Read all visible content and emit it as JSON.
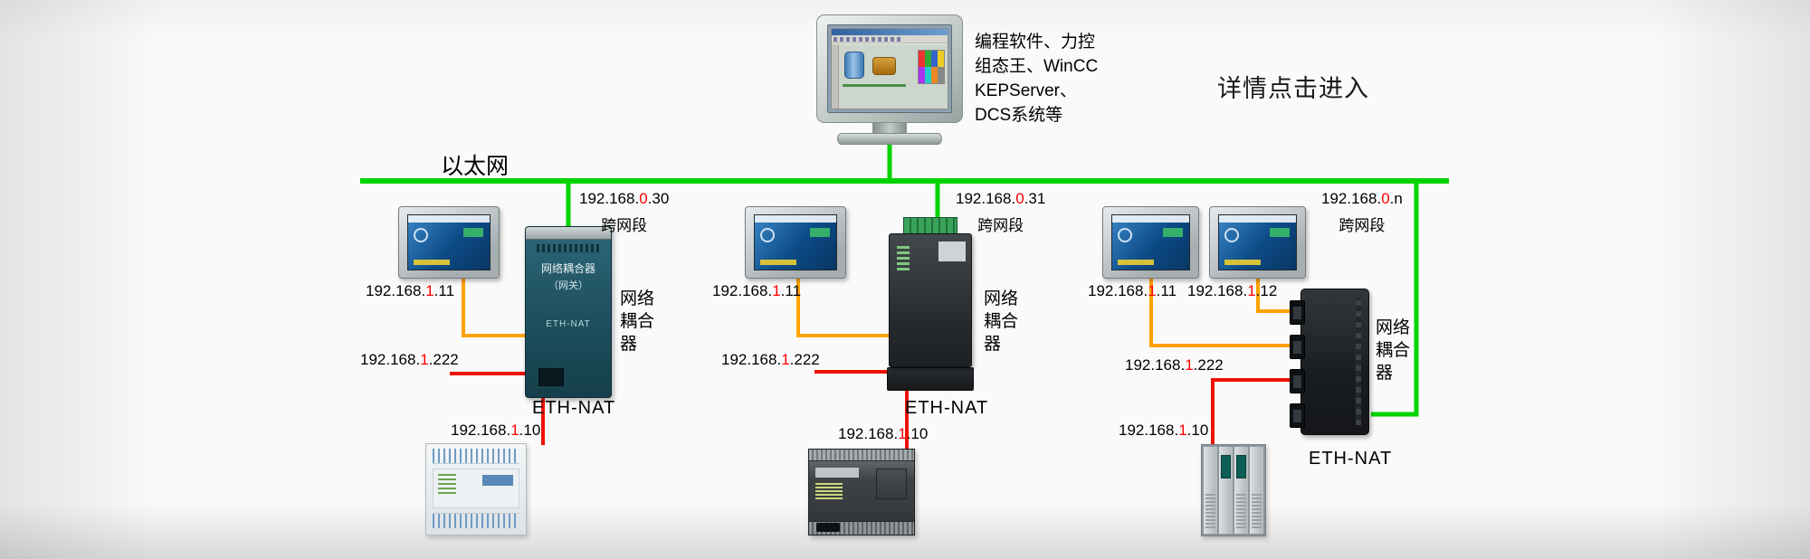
{
  "colors": {
    "ethernet_green": "#00d400",
    "hmi_wire_orange": "#ffa200",
    "plc_wire_red": "#ee1100",
    "ip_highlight_red": "#ff0000"
  },
  "header": {
    "ethernet_label": "以太网",
    "cta": "详情点击进入",
    "monitor_caption": [
      "编程软件、力控",
      "组态王、WinCC",
      "KEPServer、",
      "DCS系统等"
    ]
  },
  "shared": {
    "cross_segment": "跨网段",
    "nat_label": "ETH-NAT",
    "coupler_role_lines": [
      "网络",
      "耦合",
      "器"
    ]
  },
  "groups": [
    {
      "wan_ip": {
        "pre": "192.168.",
        "seg": "0",
        "suf": ".30"
      },
      "hmi_ip": {
        "pre": "192.168.",
        "seg": "1",
        "suf": ".11"
      },
      "lan_ip": {
        "pre": "192.168.",
        "seg": "1",
        "suf": ".222"
      },
      "plc_ip": {
        "pre": "192.168.",
        "seg": "1",
        "suf": ".10"
      },
      "device_text": {
        "line1": "网络耦合器",
        "line2": "（网关）",
        "nat": "ETH-NAT"
      }
    },
    {
      "wan_ip": {
        "pre": "192.168.",
        "seg": "0",
        "suf": ".31"
      },
      "hmi_ip": {
        "pre": "192.168.",
        "seg": "1",
        "suf": ".11"
      },
      "lan_ip": {
        "pre": "192.168.",
        "seg": "1",
        "suf": ".222"
      },
      "plc_ip": {
        "pre": "192.168.",
        "seg": "1",
        "suf": ".10"
      }
    },
    {
      "wan_ip": {
        "pre": "192.168.",
        "seg": "0",
        "suf": ".n"
      },
      "hmi1_ip": {
        "pre": "192.168.",
        "seg": "1",
        "suf": ".11"
      },
      "hmi2_ip": {
        "pre": "192.168.",
        "seg": "1",
        "suf": ".12"
      },
      "lan_ip": {
        "pre": "192.168.",
        "seg": "1",
        "suf": ".222"
      },
      "plc_ip": {
        "pre": "192.168.",
        "seg": "1",
        "suf": ".10"
      }
    }
  ]
}
